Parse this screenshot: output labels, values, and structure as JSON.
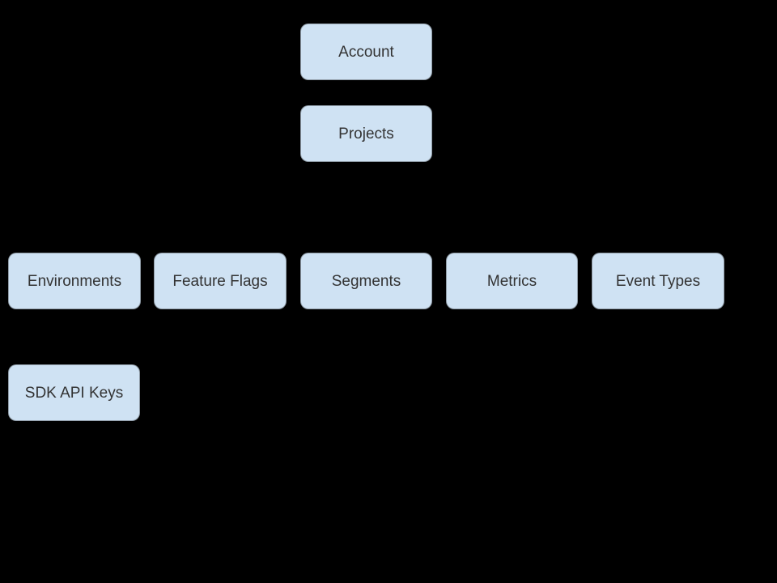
{
  "diagram": {
    "background_color": "#000000",
    "node_fill_color": "#cfe2f3",
    "node_text_color": "#333333",
    "nodes": [
      {
        "label": "Account"
      },
      {
        "label": "Projects"
      },
      {
        "label": "Environments"
      },
      {
        "label": "Feature Flags"
      },
      {
        "label": "Segments"
      },
      {
        "label": "Metrics"
      },
      {
        "label": "Event Types"
      },
      {
        "label": "SDK API Keys"
      }
    ]
  }
}
